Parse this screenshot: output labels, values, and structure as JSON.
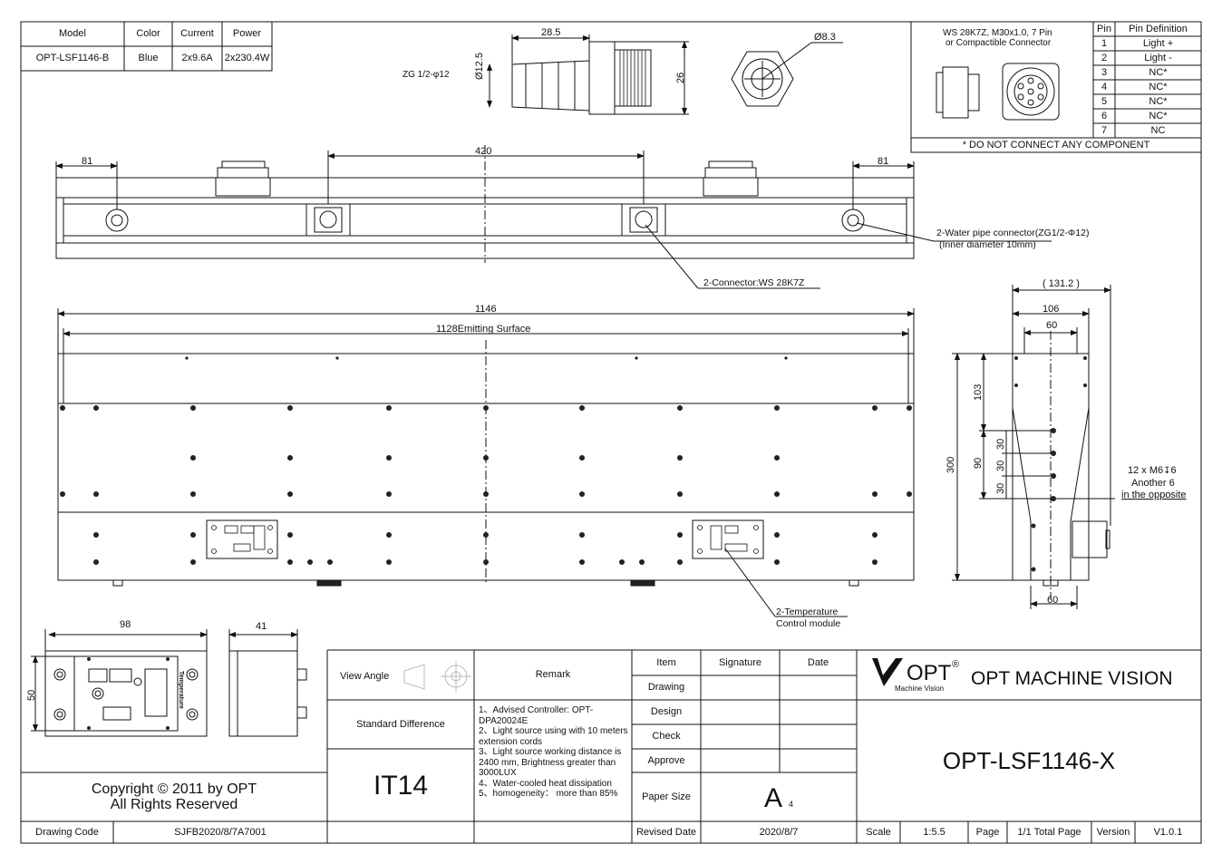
{
  "spec_table": {
    "headers": [
      "Model",
      "Color",
      "Current",
      "Power"
    ],
    "row": [
      "OPT-LSF1146-B",
      "Blue",
      "2x9.6A",
      "2x230.4W"
    ]
  },
  "fitting": {
    "label": "ZG 1/2-φ12",
    "dim_length": "28.5",
    "dim_diameter": "12.5",
    "dim_height": "26",
    "dim_hex_diameter": "8.3"
  },
  "connector_box": {
    "title_line1": "WS 28K7Z, M30x1.0, 7 Pin",
    "title_line2": "or Compactible Connector",
    "pin_headers": [
      "Pin",
      "Pin Definition"
    ],
    "pins": [
      [
        "1",
        "Light +"
      ],
      [
        "2",
        "Light -"
      ],
      [
        "3",
        "NC*"
      ],
      [
        "4",
        "NC*"
      ],
      [
        "5",
        "NC*"
      ],
      [
        "6",
        "NC*"
      ],
      [
        "7",
        "NC"
      ]
    ],
    "note": "* DO NOT CONNECT ANY COMPONENT"
  },
  "top_view": {
    "dim_left": "81",
    "dim_center": "420",
    "dim_right": "81",
    "callout_water_line1": "2-Water pipe connector(ZG1/2-Φ12)",
    "callout_water_line2": "(Inner diameter 10mm)",
    "callout_connector": "2-Connector:WS 28K7Z"
  },
  "front_view": {
    "dim_total": "1146",
    "dim_emitting": "1128Emitting Surface",
    "callout_temp_line1": "2-Temperature",
    "callout_temp_line2": "Control module"
  },
  "side_view": {
    "dim_131": "( 131.2 )",
    "dim_106": "106",
    "dim_60_top": "60",
    "dim_300": "300",
    "dim_103": "103",
    "dim_90": "90",
    "dim_30a": "30",
    "dim_30b": "30",
    "dim_30c": "30",
    "dim_60_bottom": "60",
    "note_line1": "12 x M6",
    "note_depth": "6",
    "note_line2": "Another 6",
    "note_line3": "in the opposite"
  },
  "module_view": {
    "dim_width": "98",
    "dim_height": "50",
    "dim_depth": "41",
    "label_vertical": "Temperature"
  },
  "title_block": {
    "copyright_line1": "Copyright © 2011 by OPT",
    "copyright_line2": "All Rights Reserved",
    "drawing_code_label": "Drawing Code",
    "drawing_code": "SJFB2020/8/7A7001",
    "view_angle_label": "View Angle",
    "remark_label": "Remark",
    "std_diff_label": "Standard Difference",
    "std_diff_value": "IT14",
    "remarks": [
      "1、Advised Controller: OPT-DPA20024E",
      "2、Light source using with 10 meters extension cords",
      "3、Light source working distance is 2400 mm, Brightness greater than 3000LUX",
      "4、Water-cooled heat dissipation",
      "5、homogeneity： more than 85%"
    ],
    "item_label": "Item",
    "signature_label": "Signature",
    "date_label": "Date",
    "rows": [
      "Drawing",
      "Design",
      "Check",
      "Approve"
    ],
    "paper_size_label": "Paper Size",
    "paper_size_value": "A",
    "paper_size_sub": "4",
    "revised_date_label": "Revised Date",
    "revised_date": "2020/8/7",
    "logo_text": "OPT",
    "logo_reg": "®",
    "logo_sub": "Machine Vision",
    "company": "OPT MACHINE VISION",
    "part_number": "OPT-LSF1146-X",
    "scale_label": "Scale",
    "scale_value": "1:5.5",
    "page_label": "Page",
    "page_value": "1/1 Total Page",
    "version_label": "Version",
    "version_value": "V1.0.1"
  }
}
